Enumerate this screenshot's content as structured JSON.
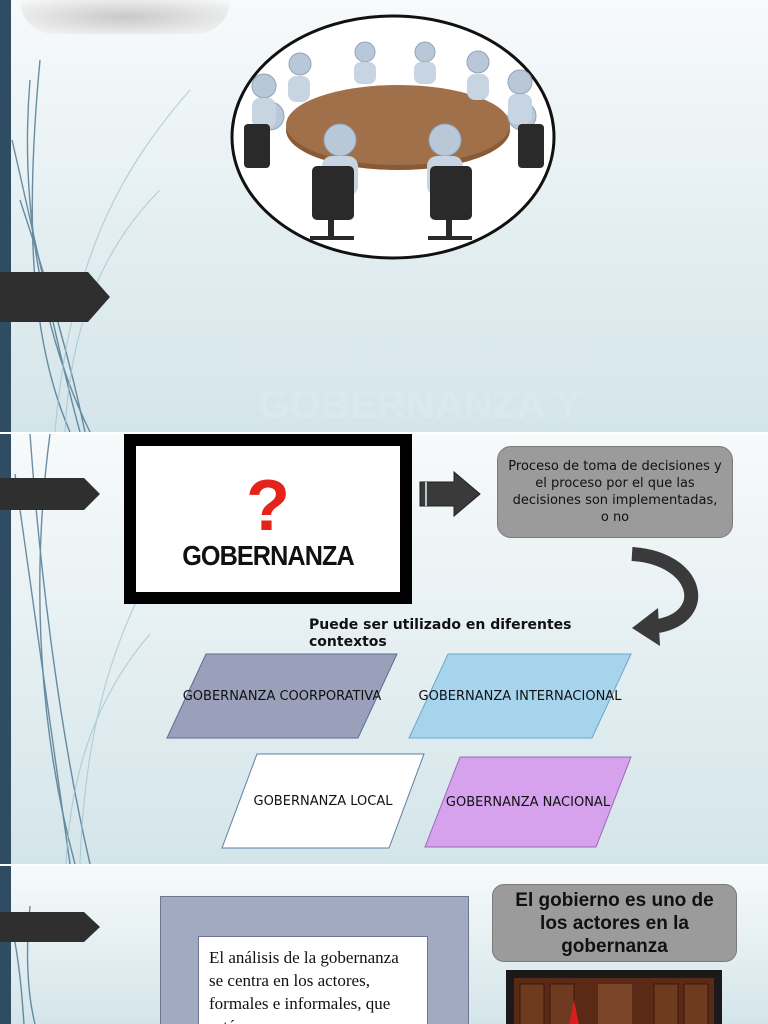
{
  "slide1": {
    "title": "BUEN GOBIERNO: GOBERNANZA Y",
    "image": "meeting-round-table-illustration"
  },
  "slide2": {
    "image_question_mark": "?",
    "image_word": "GOBERNANZA",
    "definition": "Proceso de toma de decisiones y el proceso por el que las decisiones son implementadas, o no",
    "contexts_label": "Puede ser utilizado en diferentes contextos",
    "types": [
      {
        "label": "GOBERNANZA COORPORATIVA",
        "color": "#9aa0b9"
      },
      {
        "label": "GOBERNANZA INTERNACIONAL",
        "color": "#a5d4ec"
      },
      {
        "label": "GOBERNANZA LOCAL",
        "color": "#ffffff"
      },
      {
        "label": "GOBERNANZA NACIONAL",
        "color": "#d6a2ee"
      }
    ]
  },
  "slide3": {
    "analysis_text": "El análisis de la gobernanza se centra en los actores, formales e informales, que están",
    "actors_title": "El gobierno es uno de los actores en la gobernanza",
    "image": "congress-chamber-photo"
  },
  "colors": {
    "left_bar": "#2e4d63",
    "arrow_tab": "#2f2f2f",
    "definition_box": "#9b9b9b",
    "frame_gray": "#a2aac2",
    "question_red": "#e4231b"
  }
}
